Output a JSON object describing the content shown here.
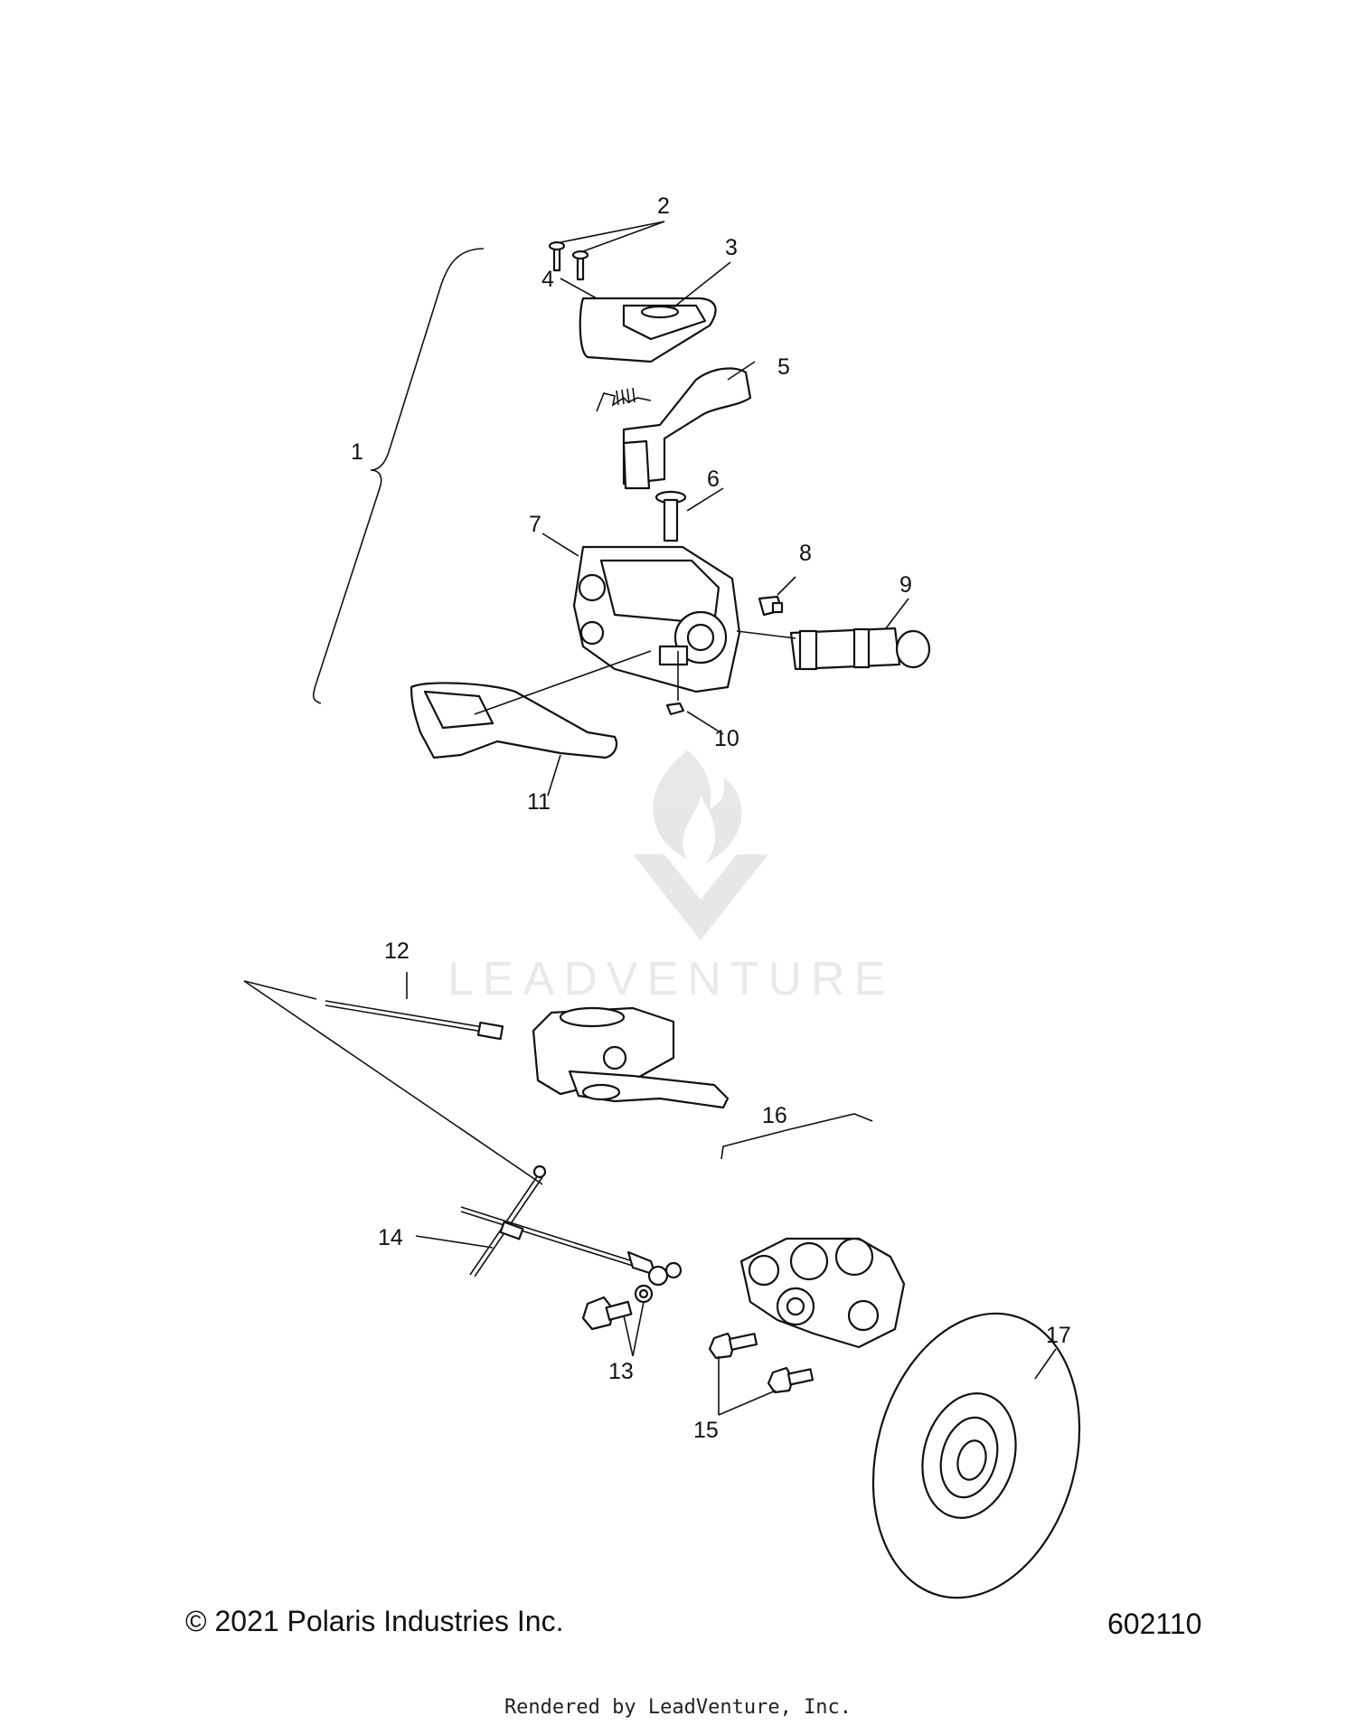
{
  "callouts": {
    "c1": "1",
    "c2": "2",
    "c3": "3",
    "c4": "4",
    "c5": "5",
    "c6": "6",
    "c7": "7",
    "c8": "8",
    "c9": "9",
    "c10": "10",
    "c11": "11",
    "c12": "12",
    "c13": "13",
    "c14": "14",
    "c15": "15",
    "c16": "16",
    "c17": "17"
  },
  "watermark": {
    "text": "LEADVENTURE"
  },
  "footer": {
    "copyright": "© 2021 Polaris Industries Inc.",
    "doc_number": "602110",
    "rendered_by": "Rendered by LeadVenture, Inc."
  }
}
